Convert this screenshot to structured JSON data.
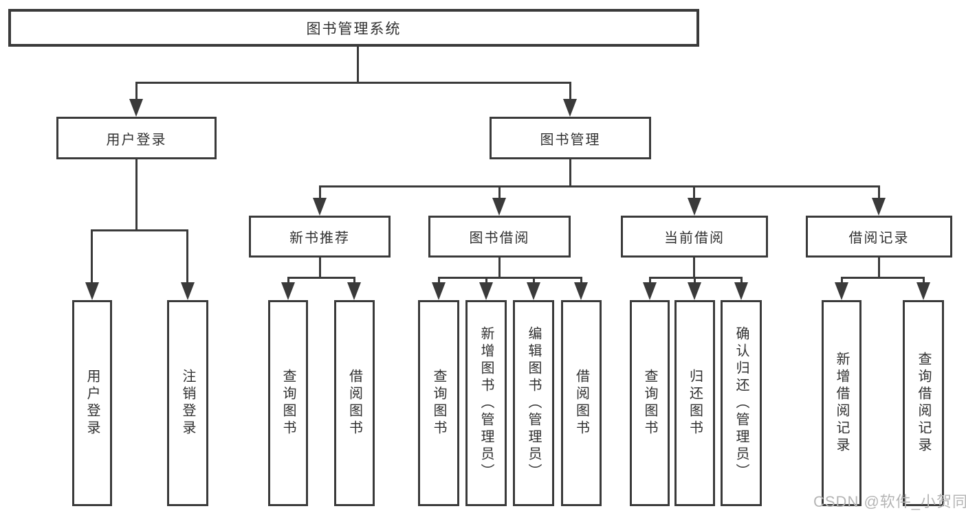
{
  "diagram_type": "tree",
  "tree": {
    "label": "图书管理系统",
    "children": [
      {
        "label": "用户登录",
        "children": [
          {
            "label": "用户登录"
          },
          {
            "label": "注销登录"
          }
        ]
      },
      {
        "label": "图书管理",
        "children": [
          {
            "label": "新书推荐",
            "children": [
              {
                "label": "查询图书"
              },
              {
                "label": "借阅图书"
              }
            ]
          },
          {
            "label": "图书借阅",
            "children": [
              {
                "label": "查询图书"
              },
              {
                "label": "新增图书（管理员）"
              },
              {
                "label": "编辑图书（管理员）"
              },
              {
                "label": "借阅图书"
              }
            ]
          },
          {
            "label": "当前借阅",
            "children": [
              {
                "label": "查询图书"
              },
              {
                "label": "归还图书"
              },
              {
                "label": "确认归还（管理员）"
              }
            ]
          },
          {
            "label": "借阅记录",
            "children": [
              {
                "label": "新增借阅记录"
              },
              {
                "label": "查询借阅记录"
              }
            ]
          }
        ]
      }
    ]
  },
  "watermark": {
    "text": "CSDN @软件_小贺同学"
  },
  "colors": {
    "line": "#3a3a3a",
    "text": "#303030",
    "watermark": "#b5b5b5",
    "background": "#ffffff"
  }
}
